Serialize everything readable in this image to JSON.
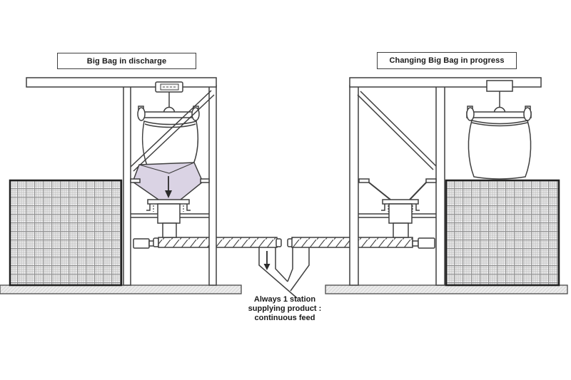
{
  "labels": {
    "left_station": "Big Bag in discharge",
    "right_station": "Changing Big Bag in progress"
  },
  "caption": {
    "lines": [
      "Always 1 station",
      "supplying product :",
      "continuous feed"
    ]
  },
  "icons": {
    "flow_arrow": "down-arrow",
    "scale_display": "weight-readout",
    "crane_hook": "hook"
  },
  "colors": {
    "line": "#3f3f3f",
    "text": "#1a1a1a",
    "bag_fill": "#dad3e4",
    "block_hatch": "#9a9a9a",
    "platform_fill": "#ececec"
  }
}
